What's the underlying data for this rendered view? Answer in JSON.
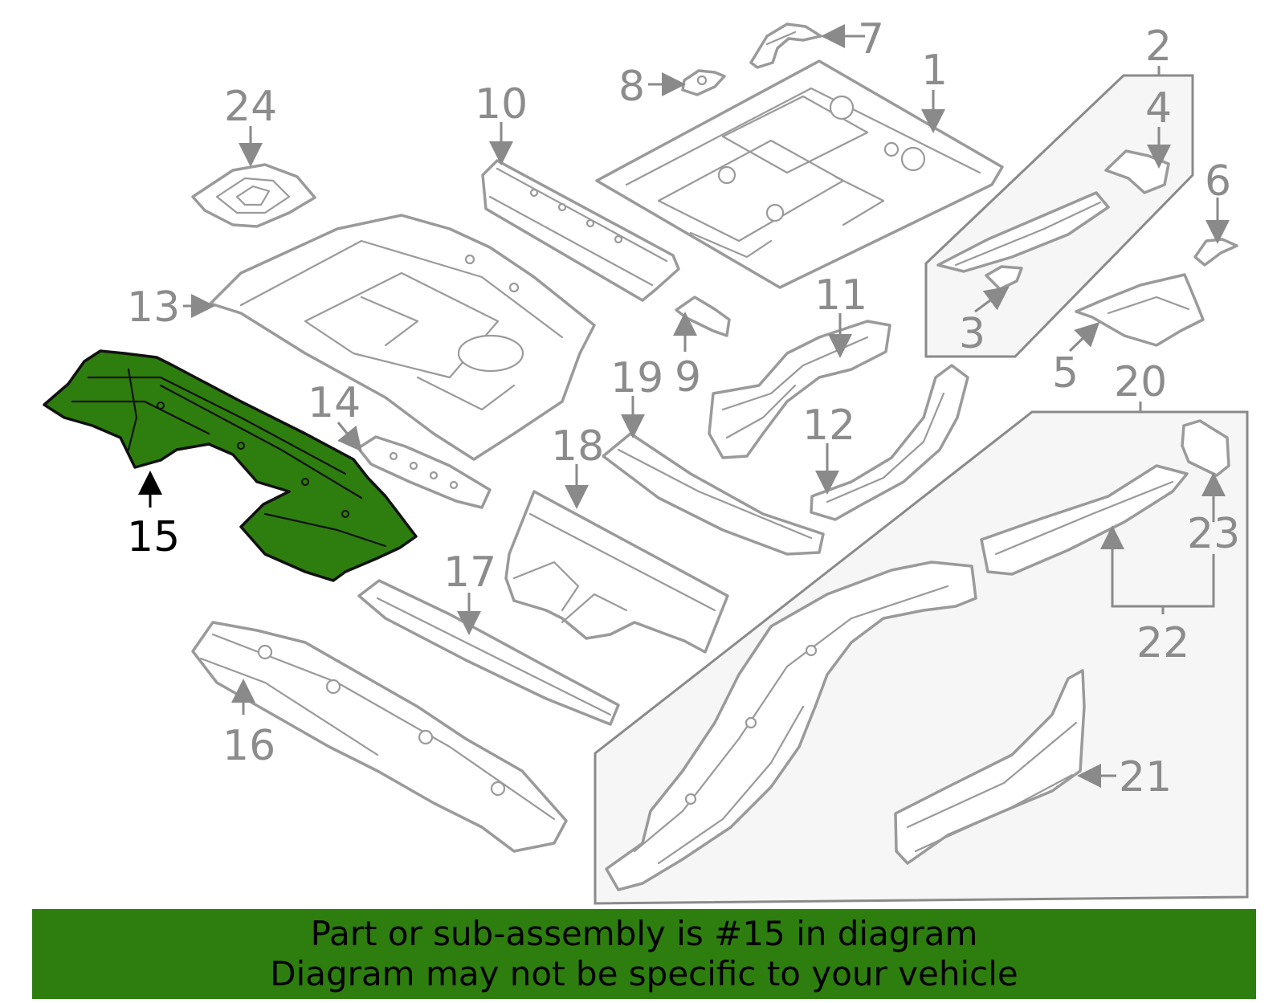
{
  "diagram": {
    "highlighted_part": "15",
    "callouts": [
      "1",
      "2",
      "3",
      "4",
      "5",
      "6",
      "7",
      "8",
      "9",
      "10",
      "11",
      "12",
      "13",
      "14",
      "15",
      "16",
      "17",
      "18",
      "19",
      "20",
      "21",
      "22",
      "23",
      "24"
    ]
  },
  "banner": {
    "line1": "Part or sub-assembly is #15 in diagram",
    "line2": "Diagram may not be specific to your vehicle"
  },
  "colors": {
    "highlight": "#2e7d0f",
    "part_outline": "#9a9a9a",
    "callout_text": "#8c8c8c"
  }
}
